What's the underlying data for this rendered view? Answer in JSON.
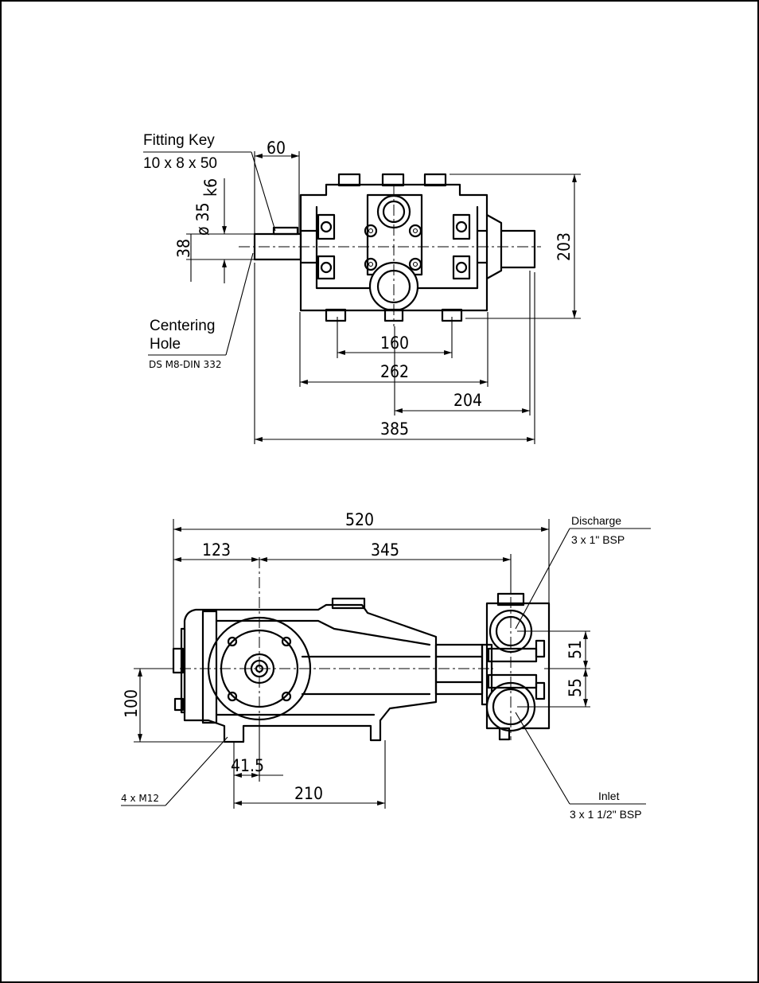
{
  "top_view": {
    "labels": {
      "fitting_key": "Fitting Key",
      "fitting_key_size": "10 x 8 x 50",
      "centering_hole_line1": "Centering",
      "centering_hole_line2": "Hole",
      "centering_hole_spec": "DS M8-DIN 332"
    },
    "dims": {
      "shaft_length": "60",
      "shaft_dia": "ø 35",
      "shaft_tol": "k6",
      "shaft_height": "38",
      "height": "203",
      "mount_160": "160",
      "width_262": "262",
      "dim_204": "204",
      "overall_385": "385"
    }
  },
  "side_view": {
    "labels": {
      "discharge": "Discharge",
      "discharge_size": "3 x 1\" BSP",
      "inlet": "Inlet",
      "inlet_size": "3 x 1 1/2\" BSP",
      "bolts": "4 x M12"
    },
    "dims": {
      "overall_520": "520",
      "dim_123": "123",
      "dim_345": "345",
      "dim_51": "51",
      "dim_55": "55",
      "dim_100": "100",
      "dim_41_5": "41.5",
      "dim_210": "210"
    }
  }
}
